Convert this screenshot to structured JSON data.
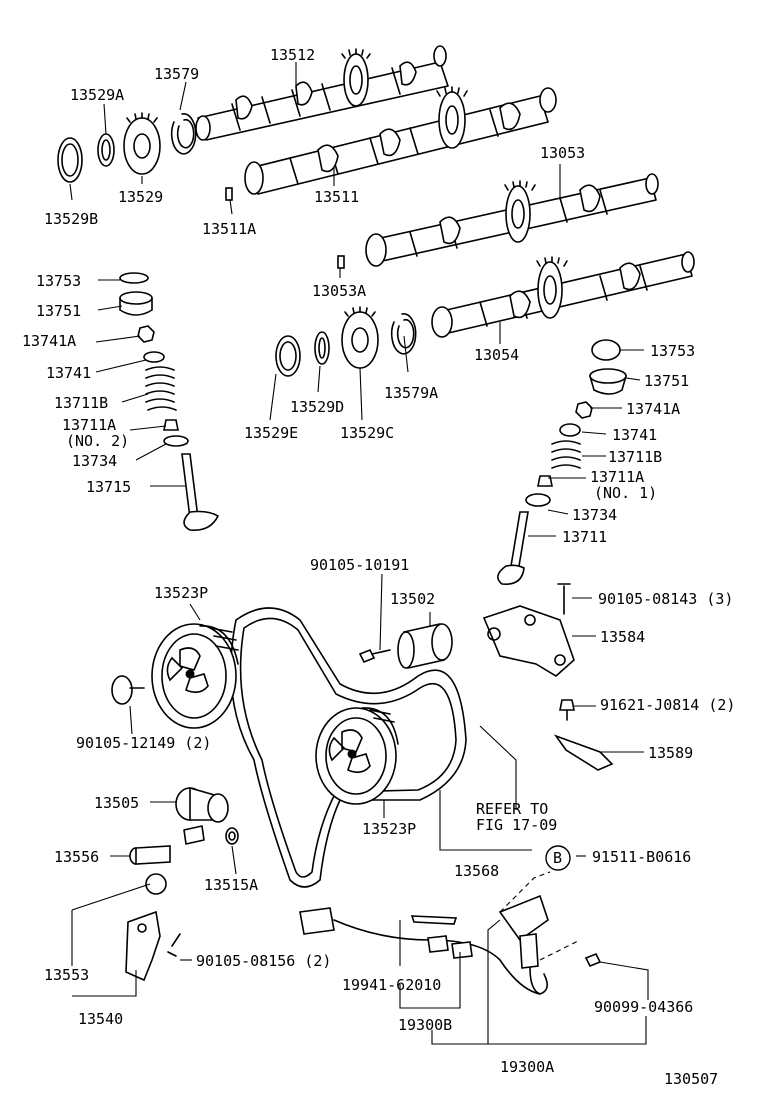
{
  "diagram_id": "130507",
  "labels": {
    "p13512": "13512",
    "p13579": "13579",
    "p13529A": "13529A",
    "p13529": "13529",
    "p13529B": "13529B",
    "p13511": "13511",
    "p13511A": "13511A",
    "p13053": "13053",
    "p13053A": "13053A",
    "p13054": "13054",
    "p13529D": "13529D",
    "p13529C": "13529C",
    "p13529E": "13529E",
    "p13579A": "13579A",
    "L13753": "13753",
    "L13751": "13751",
    "L13741A": "13741A",
    "L13741": "13741",
    "L13711B": "13711B",
    "L13711A": "13711A",
    "L13711A_note": "(NO. 2)",
    "L13734": "13734",
    "L13715": "13715",
    "R13753": "13753",
    "R13751": "13751",
    "R13741A": "13741A",
    "R13741": "13741",
    "R13711B": "13711B",
    "R13711A": "13711A",
    "R13711A_note": "(NO. 1)",
    "R13734": "13734",
    "R13711": "13711",
    "p13523P_top": "13523P",
    "p90105_10191": "90105-10191",
    "p13502": "13502",
    "p90105_08143": "90105-08143 (3)",
    "p13584": "13584",
    "p90105_12149": "90105-12149 (2)",
    "p91621_J0814": "91621-J0814 (2)",
    "p13589": "13589",
    "p13505": "13505",
    "p13523P_bottom": "13523P",
    "refer_line1": "REFER TO",
    "refer_line2": "FIG 17-09",
    "p13556": "13556",
    "p13515A": "13515A",
    "p13568": "13568",
    "callout_B": "B",
    "p91511_B0616": "91511-B0616",
    "p13553": "13553",
    "p90105_08156": "90105-08156 (2)",
    "p13540": "13540",
    "p19941_62010": "19941-62010",
    "p19300B": "19300B",
    "p90099_04366": "90099-04366",
    "p19300A": "19300A"
  }
}
